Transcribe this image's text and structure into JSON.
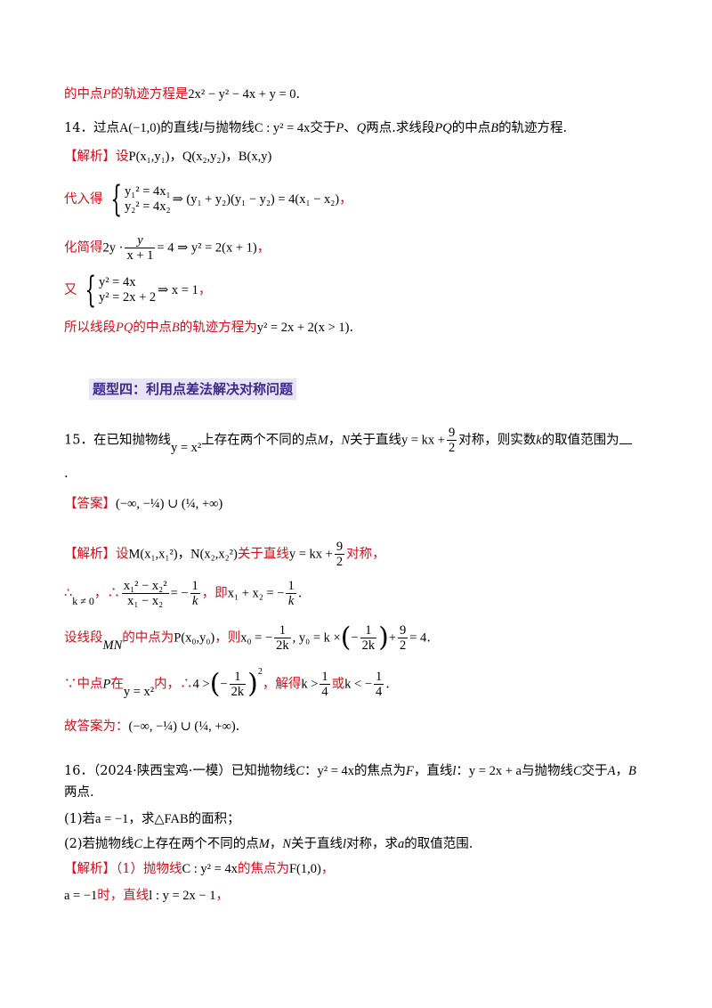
{
  "l1": {
    "t": "的中点",
    "p": "P",
    "t2": "的轨迹方程是",
    "eq": "2x² − y² − 4x + y = 0",
    "end": "."
  },
  "q14": {
    "num": "14．过点",
    "A": "A(−1,0)",
    "t1": "的直线",
    "l": "l",
    "t2": "与抛物线",
    "C": "C : y² = 4x",
    "t3": "交于",
    "P": "P",
    "sep": "、",
    "Q": "Q",
    "t4": "两点.求线段",
    "PQ": "PQ",
    "t5": "的中点",
    "B": "B",
    "t6": "的轨迹方程."
  },
  "s14": {
    "tag": "【解析】",
    "set": "设",
    "pts": "P(x₁,y₁)，Q(x₂,y₂)，B(x,y)",
    "sub": "代入得",
    "sys1a": "y₁² = 4x₁",
    "sys1b": "y₂² = 4x₂",
    "imp1": "⇒ (y₁ + y₂)(y₁ − y₂) = 4(x₁ − x₂)",
    "comma": "，",
    "simp": "化简得",
    "simpA": "2y ·",
    "fy": "y",
    "fx": "x + 1",
    "simpB": "= 4 ⇒ y² = 2(x + 1)",
    "and": "又",
    "sys2a": "y² = 4x",
    "sys2b": "y² = 2x + 2",
    "imp2": "⇒ x = 1",
    "concl": "所以线段",
    "PQ": "PQ",
    "concl2": "的中点",
    "B": "B",
    "concl3": "的轨迹方程为",
    "ans": "y² = 2x + 2(x > 1)",
    "end": "."
  },
  "section": "题型四：利用点差法解决对称问题",
  "q15": {
    "num": "15．在已知抛物线",
    "curve": "y = x²",
    "t1": "上存在两个不同的点",
    "M": "M",
    "sep": "，",
    "N": "N",
    "t2": "关于直线",
    "line": "y = kx +",
    "n9": "9",
    "d2": "2",
    "t3": "对称，则实数",
    "k": "k",
    "t4": "的取值范围为",
    "dot": "."
  },
  "a15": {
    "tag": "【答案】",
    "ans": "(−∞, −¼) ∪ (¼, +∞)"
  },
  "s15": {
    "tag": "【解析】",
    "set": "设",
    "M": "M(x₁,x₁²)，N(x₂,x₂²)",
    "sym": "关于直线",
    "line": "y = kx +",
    "sym2": "对称，",
    "therefore": "∴",
    "kne": "k ≠ 0",
    "comma": "，",
    "fn": "x₁² − x₂²",
    "fd": "x₁ − x₂",
    "eqk": "= −",
    "one": "1",
    "k": "k",
    "ie": "，即",
    "sum": "x₁ + x₂ = −",
    "mid": "设线段",
    "MN": "MN",
    "mid2": "的中点为",
    "P": "P(x₀,y₀)",
    "then": "，则",
    "x0": "x₀ = −",
    "twok": "2k",
    "y0": ", y₀ = k ×",
    "plus92": "+",
    "eq4": "= 4",
    "since": "∵中点",
    "Pin": "P",
    "in": "在",
    "curve": "y = x²",
    "inside": "内，∴",
    "ineq": "4 >",
    "sq": "2",
    "solve": "，解得",
    "kgt": "k >",
    "four": "4",
    "or": "或",
    "klt": "k < −",
    "fin": "故答案为："
  },
  "q16": {
    "num": "16．（2024·陕西宝鸡·一模）已知抛物线",
    "C": "C",
    "c1": "：",
    "eq": "y² = 4x",
    "t1": "的焦点为",
    "F": "F",
    "t2": "，直线",
    "l": "l",
    "c2": "：",
    "line": "y = 2x + a",
    "t3": "与抛物线",
    "C2": "C",
    "t4": "交于",
    "A": "A",
    "sep": "，",
    "B": "B",
    "t5": "两点."
  },
  "q16p1": {
    "t": "(1)若",
    "cond": "a = −1",
    "t2": "，求",
    "tri": "△FAB",
    "t3": "的面积；"
  },
  "q16p2": {
    "t": "(2)若抛物线",
    "C": "C",
    "t2": "上存在两个不同的点",
    "M": "M",
    "sep": "，",
    "N": "N",
    "t3": "关于直线",
    "l": "l",
    "t4": "对称，求",
    "a": "a",
    "t5": "的取值范围."
  },
  "s16": {
    "tag": "【解析】",
    "p1": "（1）抛物线",
    "C": "C : y² = 4x",
    "foc": "的焦点为",
    "F": "F(1,0)",
    "comma": "，",
    "a": "a = −1",
    "when": "时，直线",
    "l": "l : y = 2x − 1",
    "comma2": "，"
  }
}
